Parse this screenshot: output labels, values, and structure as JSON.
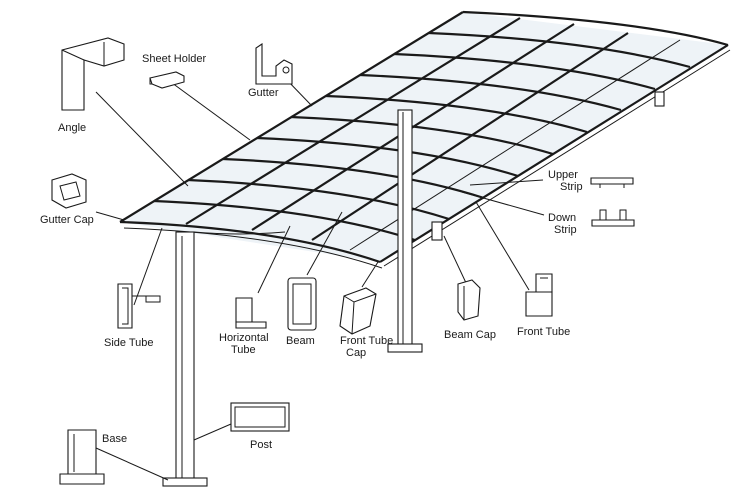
{
  "labels": {
    "angle": "Angle",
    "sheet_holder": "Sheet Holder",
    "gutter": "Gutter",
    "gutter_cap": "Gutter Cap",
    "upper_strip": "Upper Strip",
    "down_strip": "Down Strip",
    "side_tube": "Side Tube",
    "horizontal_tube": "Horizontal Tube",
    "beam": "Beam",
    "front_tube_cap": "Front Tube Cap",
    "beam_cap": "Beam Cap",
    "front_tube": "Front Tube",
    "base": "Base",
    "post": "Post"
  }
}
